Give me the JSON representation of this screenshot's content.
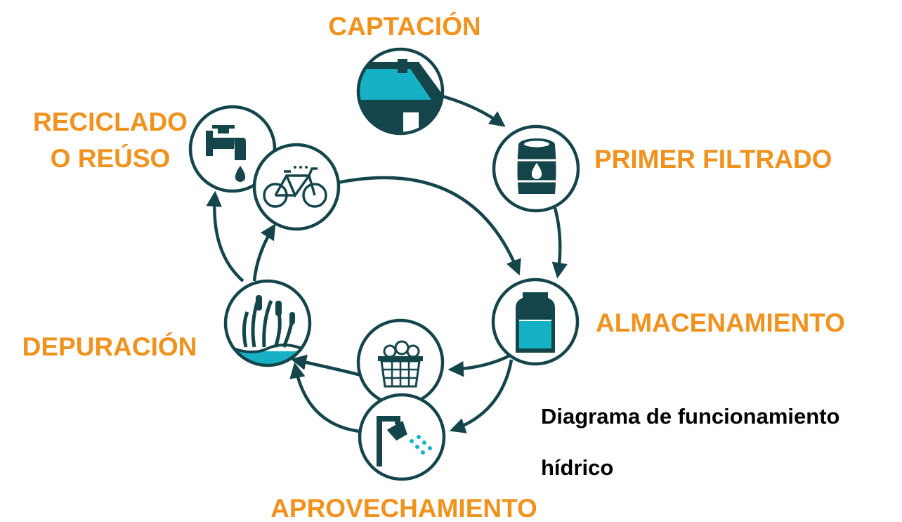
{
  "colors": {
    "accent_orange": "#f0921e",
    "dark_teal": "#13454a",
    "water_cyan": "#17b1c6",
    "caption": "#000000",
    "background": "#ffffff"
  },
  "stages": {
    "captacion": "CAPTACIÓN",
    "primer_filtrado": "PRIMER FILTRADO",
    "almacenamiento": "ALMACENAMIENTO",
    "aprovechamiento": "APROVECHAMIENTO",
    "depuracion": "DEPURACIÓN",
    "reciclado_line1": "RECICLADO",
    "reciclado_line2": "O REÚSO"
  },
  "caption": {
    "line1": "Diagrama de funcionamiento",
    "line2": "hídrico"
  },
  "icons": {
    "captacion": "house-roof-icon",
    "primer_filtrado": "barrel-drop-icon",
    "almacenamiento": "water-tank-icon",
    "lavanderia": "laundry-basket-icon",
    "ducha": "shower-icon",
    "depuracion": "reeds-wetland-icon",
    "grifo": "faucet-icon",
    "bicicleta": "bicycle-icon"
  }
}
